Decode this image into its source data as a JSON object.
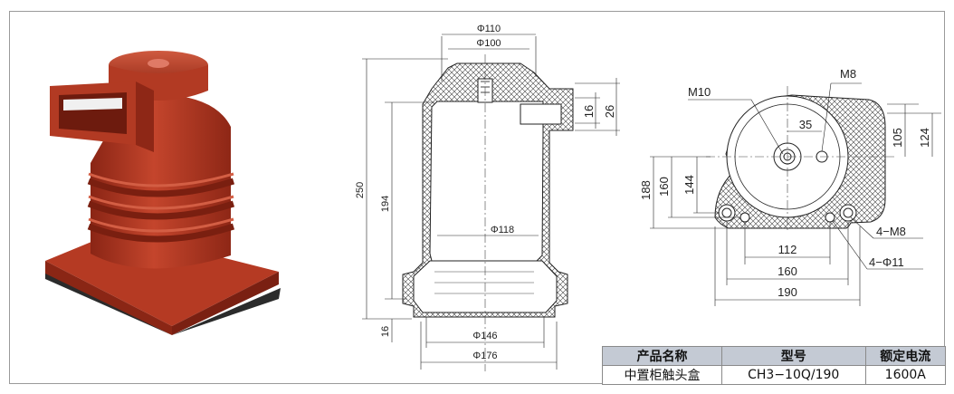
{
  "colors": {
    "insulator": "#b83a24",
    "insulator_shadow": "#7f2114",
    "base_rubber": "#2b2b2b",
    "hatch": "#444444",
    "table_header": "#c4cad4"
  },
  "side_view": {
    "phi_top_outer": "Φ110",
    "phi_top_inner": "Φ100",
    "phi_inner": "Φ118",
    "phi_bottom_inner": "Φ146",
    "phi_bottom_outer": "Φ176",
    "h_total": "250",
    "h_inner": "194",
    "h_base": "16",
    "port_inner": "16",
    "port_outer": "26"
  },
  "plan_view": {
    "m10": "M10",
    "m8": "M8",
    "d35": "35",
    "d105": "105",
    "d124": "124",
    "d188": "188",
    "d160": "160",
    "d144": "144",
    "d112": "112",
    "d160b": "160",
    "d190": "190",
    "hole_4m8": "4−M8",
    "hole_4phi11": "4−Φ11"
  },
  "spec_table": {
    "headers": [
      "产品名称",
      "型号",
      "额定电流"
    ],
    "row": [
      "中置柜触头盒",
      "CH3−10Q/190",
      "1600A"
    ]
  }
}
